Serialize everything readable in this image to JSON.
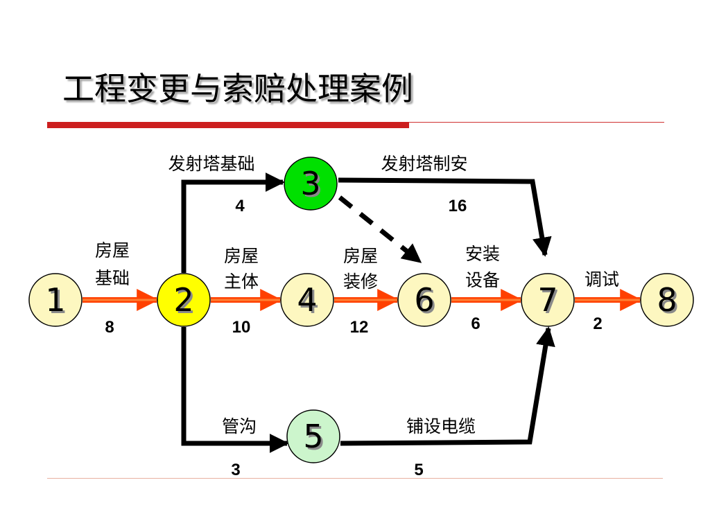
{
  "title": "工程变更与索赔处理案例",
  "nodes": [
    {
      "id": "1",
      "label": "1",
      "fill": "#fdf7c0"
    },
    {
      "id": "2",
      "label": "2",
      "fill": "#ffff00"
    },
    {
      "id": "3",
      "label": "3",
      "fill": "#00e000"
    },
    {
      "id": "4",
      "label": "4",
      "fill": "#fdf7c0"
    },
    {
      "id": "5",
      "label": "5",
      "fill": "#ccf5cc"
    },
    {
      "id": "6",
      "label": "6",
      "fill": "#fdf7c0"
    },
    {
      "id": "7",
      "label": "7",
      "fill": "#fdf7c0"
    },
    {
      "id": "8",
      "label": "8",
      "fill": "#fdf7c0"
    }
  ],
  "activities": [
    {
      "from": "1",
      "to": "2",
      "name_line1": "房屋",
      "name_line2": "基础",
      "duration": "8",
      "critical": true
    },
    {
      "from": "2",
      "to": "3",
      "name_line1": "发射塔基础",
      "name_line2": "",
      "duration": "4",
      "critical": false
    },
    {
      "from": "2",
      "to": "4",
      "name_line1": "房屋",
      "name_line2": "主体",
      "duration": "10",
      "critical": true
    },
    {
      "from": "2",
      "to": "5",
      "name_line1": "管沟",
      "name_line2": "",
      "duration": "3",
      "critical": false
    },
    {
      "from": "3",
      "to": "7",
      "name_line1": "发射塔制安",
      "name_line2": "",
      "duration": "16",
      "critical": false
    },
    {
      "from": "3",
      "to": "6",
      "name_line1": "",
      "name_line2": "",
      "duration": "",
      "critical": false,
      "dummy": true
    },
    {
      "from": "4",
      "to": "6",
      "name_line1": "房屋",
      "name_line2": "装修",
      "duration": "12",
      "critical": true
    },
    {
      "from": "6",
      "to": "7",
      "name_line1": "安装",
      "name_line2": "设备",
      "duration": "6",
      "critical": true
    },
    {
      "from": "5",
      "to": "7",
      "name_line1": "铺设电缆",
      "name_line2": "",
      "duration": "5",
      "critical": false
    },
    {
      "from": "7",
      "to": "8",
      "name_line1": "调试",
      "name_line2": "",
      "duration": "2",
      "critical": true
    }
  ],
  "colors": {
    "critical_arrow": "#ff4000",
    "critical_shaft_glow": "#ff9040",
    "arrow": "#000000",
    "title_rule": "#cc1f1f"
  }
}
